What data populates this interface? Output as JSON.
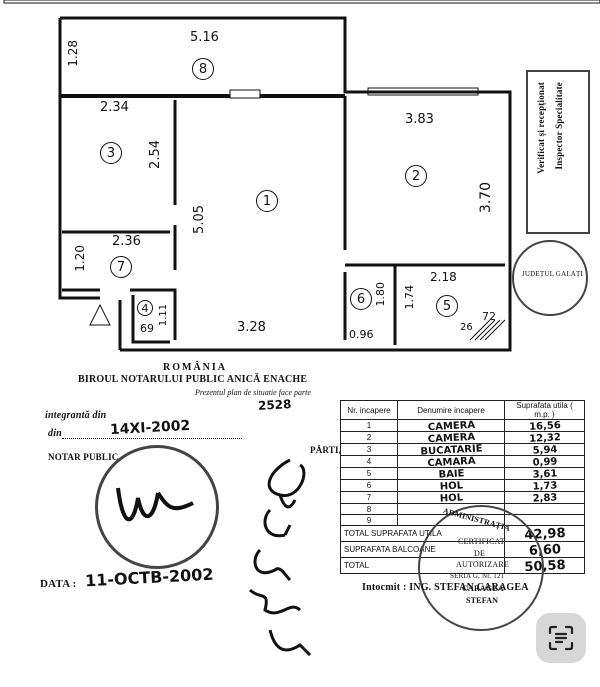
{
  "plan": {
    "dims": {
      "top_width": "5.16",
      "left_side": "1.28",
      "room3_width": "2.34",
      "room3_height": "2.54",
      "room1_height": "5.05",
      "room7_width": "2.36",
      "room7_height": "1.20",
      "room2_width": "3.83",
      "room2_height": "3.70",
      "room5_width": "2.18",
      "room1_bottom": "3.28",
      "room6_height": "1.80",
      "room6_width": "0.96",
      "room4_w": "69",
      "room4_h": "1.11",
      "room5_side": "1.74",
      "room5_small": "26",
      "room5_72": "72"
    },
    "rooms": [
      "1",
      "2",
      "3",
      "4",
      "5",
      "6",
      "7",
      "8"
    ]
  },
  "notary": {
    "country": "ROMÂNIA",
    "office": "BIROUL NOTARULUI PUBLIC ANICĂ ENACHE",
    "statement": "Prezentul plan de situatie face parte",
    "integral": "integrantă din",
    "din_label": "din",
    "din_value": "14XI-2002",
    "notar": "NOTAR PUBLIC",
    "partea": "PĂRTI,",
    "ref": "2528"
  },
  "date": {
    "label": "DATA :",
    "value": "11-OCTB-2002"
  },
  "table": {
    "headers": [
      "Nr. incapere",
      "Denumire incapere",
      "Suprafata utila ( m.p. )"
    ],
    "rows": [
      {
        "nr": "1",
        "name": "CAMERA",
        "area": "16,56"
      },
      {
        "nr": "2",
        "name": "CAMERA",
        "area": "12,32"
      },
      {
        "nr": "3",
        "name": "BUCATARIE",
        "area": "5,94"
      },
      {
        "nr": "4",
        "name": "CAMARA",
        "area": "0,99"
      },
      {
        "nr": "5",
        "name": "BAIE",
        "area": "3,61"
      },
      {
        "nr": "6",
        "name": "HOL",
        "area": "1,73"
      },
      {
        "nr": "7",
        "name": "HOL",
        "area": "2,83"
      },
      {
        "nr": "8",
        "name": "",
        "area": ""
      },
      {
        "nr": "9",
        "name": "",
        "area": ""
      }
    ],
    "total_util_label": "TOTAL SUPRAFATA UTILA",
    "total_util": "42,98",
    "balcon_label": "SUPRAFATA BALCOANE",
    "balcon": "6,60",
    "total_label": "TOTAL",
    "total": "50,58"
  },
  "author": "Intocmit : ING. STEFAN CARAGEA",
  "stamps": {
    "right_top": [
      "Verificat și recepționat",
      "Inspector Specialitate"
    ],
    "admin": [
      "ADMINISTRAȚIA",
      "CERTIFICAT",
      "DE",
      "AUTORIZARE",
      "SERIA G, Nr. 121",
      "CARAGEA",
      "STEFAN"
    ],
    "round_right": "JUDEȚUL GALAȚI"
  },
  "colors": {
    "ink": "#111111",
    "stamp": "#444444",
    "button": "#d7d7d7"
  },
  "icons": {
    "scan": "text-scan-icon"
  }
}
